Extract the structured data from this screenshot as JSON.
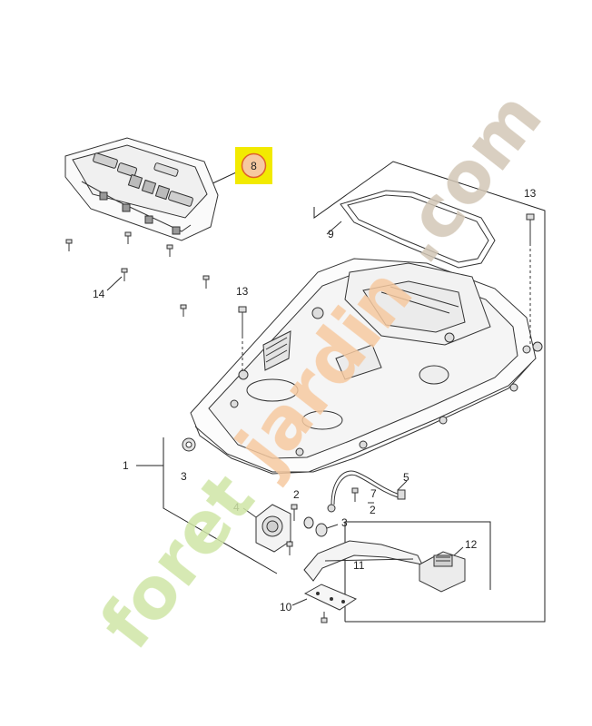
{
  "diagram": {
    "callouts": {
      "c1": "1",
      "c2a": "2",
      "c2b": "2",
      "c3a": "3",
      "c3b": "3",
      "c4": "4",
      "c5": "5",
      "c7": "7",
      "c8": "8",
      "c9": "9",
      "c10": "10",
      "c11": "11",
      "c12": "12",
      "c13a": "13",
      "c13b": "13",
      "c14": "14"
    },
    "highlight_color": "#f2ea00",
    "highlight_ring_color": "#e0622a"
  },
  "watermark": {
    "part1": "foret",
    "part2": "jardin",
    "part3": ".com",
    "color_green": "#cfe6a6",
    "color_orange": "#f6c9a0",
    "color_brown": "#d2c7b6"
  }
}
